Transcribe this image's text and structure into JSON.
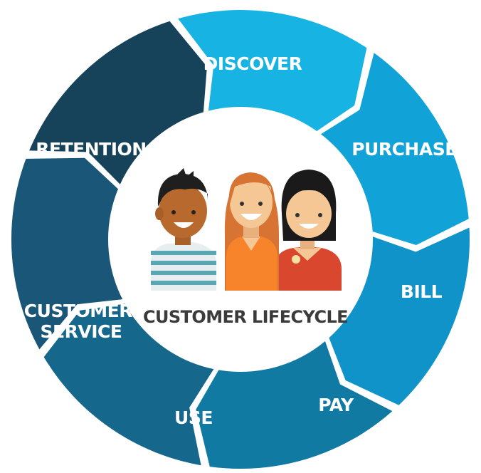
{
  "diagram": {
    "center_title": "CUSTOMER LIFECYCLE",
    "stages": [
      {
        "label": "DISCOVER",
        "color": "#17b3e3"
      },
      {
        "label": "PURCHASE",
        "color": "#11a3d7"
      },
      {
        "label": "BILL",
        "color": "#0f93c8"
      },
      {
        "label": "PAY",
        "color": "#107aa3"
      },
      {
        "label": "USE",
        "color": "#15678c"
      },
      {
        "label": "CUSTOMER SERVICE",
        "color": "#1a5677"
      },
      {
        "label": "RETENTION",
        "color": "#16425a"
      }
    ],
    "icons": [
      "boy-icon",
      "woman-icon",
      "girl-icon"
    ]
  }
}
